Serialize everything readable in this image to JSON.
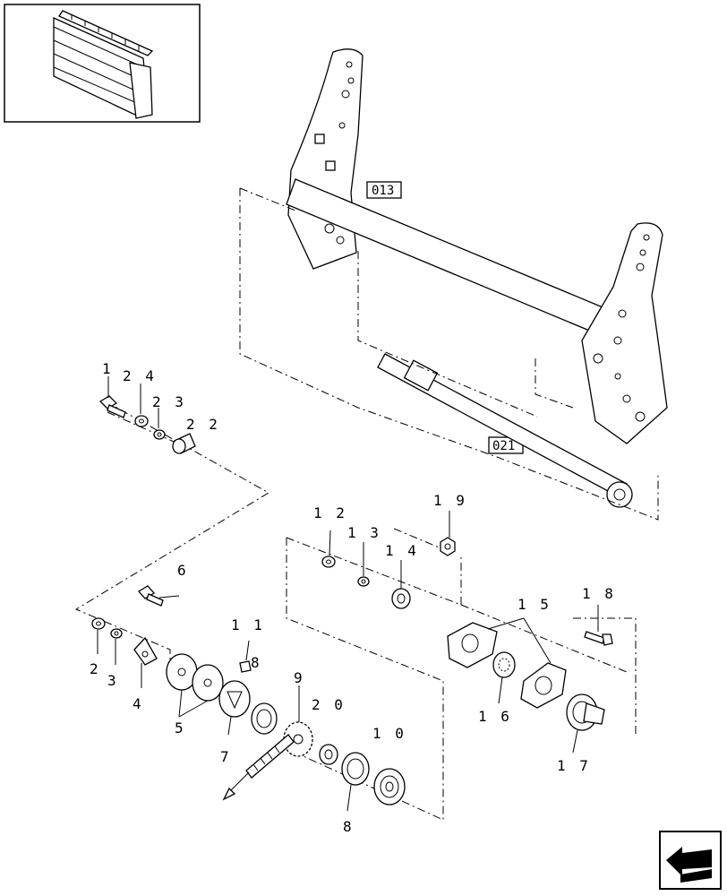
{
  "callouts": {
    "c1": "1",
    "c24": "2 4",
    "c23": "2 3",
    "c22": "2 2",
    "c6": "6",
    "c2": "2",
    "c3": "3",
    "c4": "4",
    "c5": "5",
    "c11": "1 1",
    "c8a": "8",
    "c7": "7",
    "c9": "9",
    "c20": "2 0",
    "c8b": "8",
    "c10": "1 0",
    "c12": "1 2",
    "c13": "1 3",
    "c14": "1 4",
    "c19": "1 9",
    "c15": "1 5",
    "c16": "1 6",
    "c18": "1 8",
    "c17": "1 7"
  },
  "references": {
    "ref013": "013",
    "ref021": "021"
  },
  "icons": {
    "thumbnail": "header-unit-thumbnail",
    "nav": "next-page-arrow-icon"
  }
}
